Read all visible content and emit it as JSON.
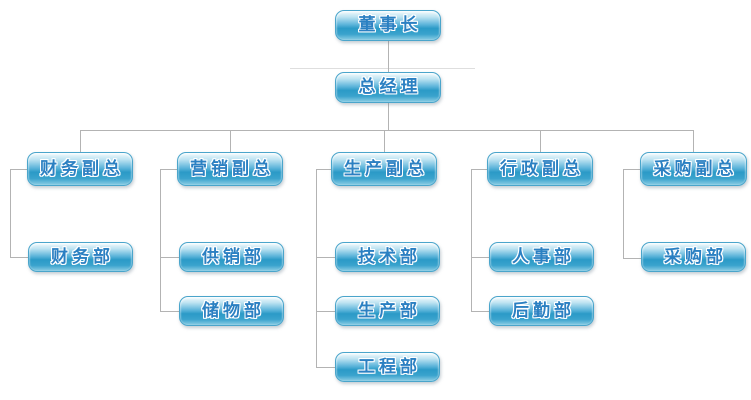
{
  "diagram": {
    "type": "org-chart",
    "language": "zh-CN"
  },
  "colors": {
    "node_border": "#4aa5cb",
    "node_gradient_top": "#f2fafd",
    "node_gradient_mid": "#2b9ac7",
    "node_gradient_bottom": "#8bcde4",
    "node_text": "#2b80c2",
    "node_text_outline": "#ffffff",
    "connector_line": "#b3b3b3",
    "faint_rule": "#dedede",
    "background": "#ffffff"
  },
  "hierarchy": {
    "label": "董事长",
    "children": [
      {
        "label": "总经理",
        "children": [
          {
            "label": "财务副总",
            "children": [
              {
                "label": "财务部"
              }
            ]
          },
          {
            "label": "营销副总",
            "children": [
              {
                "label": "供销部"
              },
              {
                "label": "储物部"
              }
            ]
          },
          {
            "label": "生产副总",
            "children": [
              {
                "label": "技术部"
              },
              {
                "label": "生产部"
              },
              {
                "label": "工程部"
              }
            ]
          },
          {
            "label": "行政副总",
            "children": [
              {
                "label": "人事部"
              },
              {
                "label": "后勤部"
              }
            ]
          },
          {
            "label": "采购副总",
            "children": [
              {
                "label": "采购部"
              }
            ]
          }
        ]
      }
    ]
  }
}
